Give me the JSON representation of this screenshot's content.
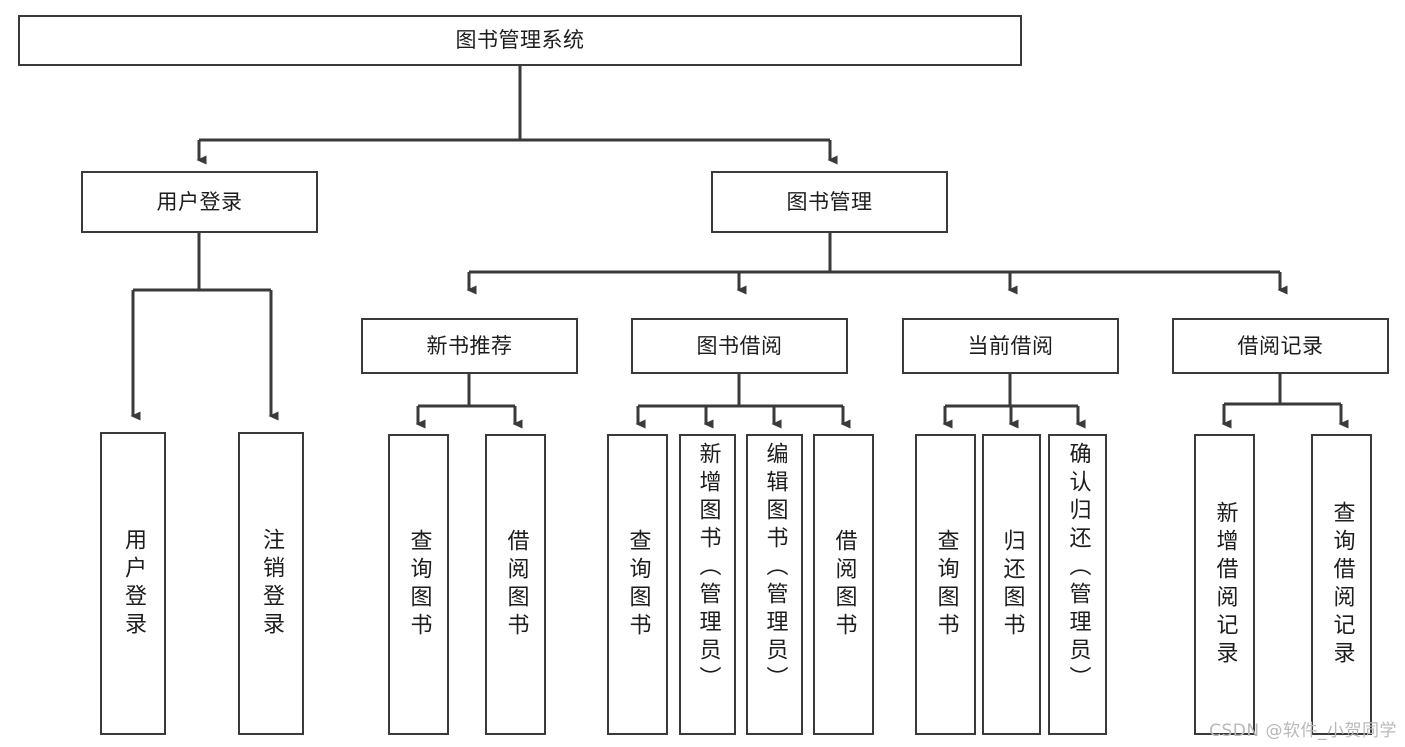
{
  "diagram": {
    "title": "图书管理系统",
    "watermark": "CSDN @软件_小贺同学",
    "colors": {
      "stroke": "#3a3a3a",
      "fill": "#ffffff",
      "text": "#1d1d1d",
      "watermark": "#b9b9b9"
    },
    "root": {
      "label": "图书管理系统"
    },
    "level2": [
      {
        "label": "用户登录"
      },
      {
        "label": "图书管理"
      }
    ],
    "level3": [
      {
        "label": "新书推荐"
      },
      {
        "label": "图书借阅"
      },
      {
        "label": "当前借阅"
      },
      {
        "label": "借阅记录"
      }
    ],
    "leaves": {
      "user_login": [
        {
          "label": "用户登录"
        },
        {
          "label": "注销登录"
        }
      ],
      "new_book": [
        {
          "label": "查询图书"
        },
        {
          "label": "借阅图书"
        }
      ],
      "book_borrow": [
        {
          "label": "查询图书"
        },
        {
          "label": "新增图书（管理员）"
        },
        {
          "label": "编辑图书（管理员）"
        },
        {
          "label": "借阅图书"
        }
      ],
      "current_borrow": [
        {
          "label": "查询图书"
        },
        {
          "label": "归还图书"
        },
        {
          "label": "确认归还（管理员）"
        }
      ],
      "borrow_record": [
        {
          "label": "新增借阅记录"
        },
        {
          "label": "查询借阅记录"
        }
      ]
    }
  }
}
